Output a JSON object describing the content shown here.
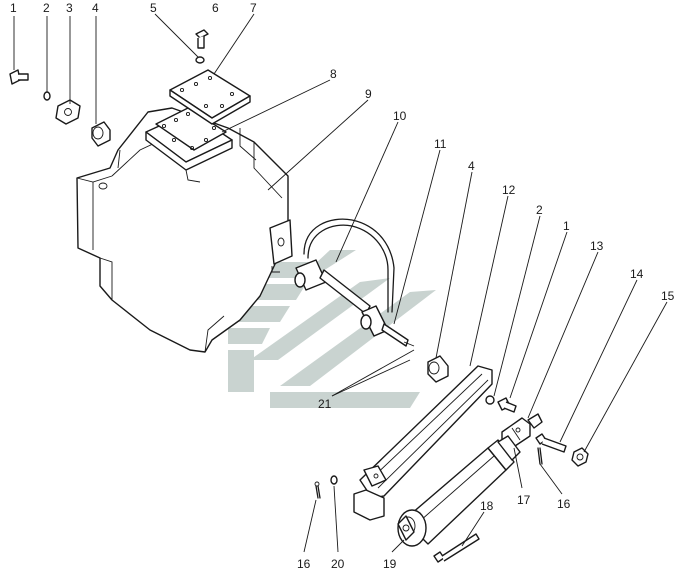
{
  "callouts": [
    {
      "id": "c1",
      "text": "1"
    },
    {
      "id": "c2",
      "text": "2"
    },
    {
      "id": "c3",
      "text": "3"
    },
    {
      "id": "c4",
      "text": "4"
    },
    {
      "id": "c5",
      "text": "5"
    },
    {
      "id": "c6",
      "text": "6"
    },
    {
      "id": "c7",
      "text": "7"
    },
    {
      "id": "c8",
      "text": "8"
    },
    {
      "id": "c9",
      "text": "9"
    },
    {
      "id": "c10",
      "text": "10"
    },
    {
      "id": "c11",
      "text": "11"
    },
    {
      "id": "c4b",
      "text": "4"
    },
    {
      "id": "c12",
      "text": "12"
    },
    {
      "id": "c2b",
      "text": "2"
    },
    {
      "id": "c1b",
      "text": "1"
    },
    {
      "id": "c13",
      "text": "13"
    },
    {
      "id": "c14",
      "text": "14"
    },
    {
      "id": "c15",
      "text": "15"
    },
    {
      "id": "c21",
      "text": "21"
    },
    {
      "id": "c17",
      "text": "17"
    },
    {
      "id": "c16b",
      "text": "16"
    },
    {
      "id": "c18",
      "text": "18"
    },
    {
      "id": "c16",
      "text": "16"
    },
    {
      "id": "c20",
      "text": "20"
    },
    {
      "id": "c19",
      "text": "19"
    }
  ]
}
